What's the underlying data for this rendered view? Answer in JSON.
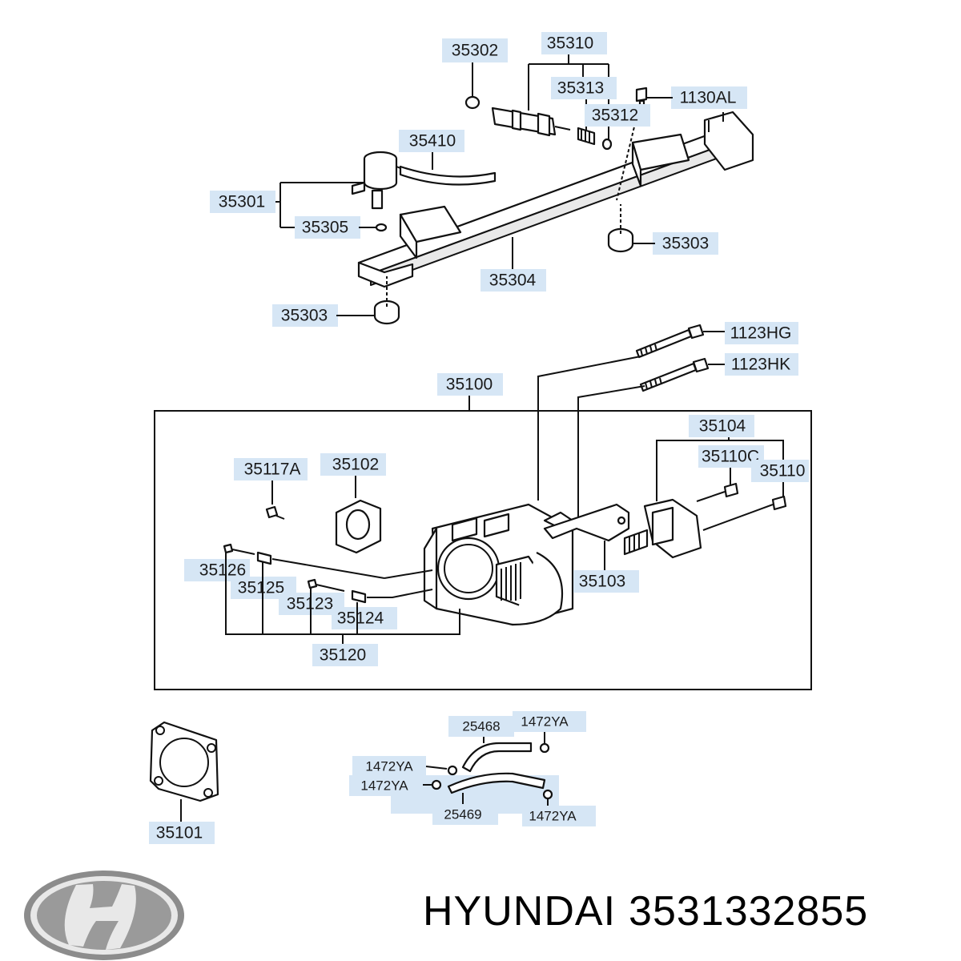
{
  "labels": {
    "l35302": "35302",
    "l35310": "35310",
    "l35313": "35313",
    "l35312": "35312",
    "l1130AL": "1130AL",
    "l35410": "35410",
    "l35301": "35301",
    "l35305": "35305",
    "l35303a": "35303",
    "l35304": "35304",
    "l35303b": "35303",
    "l1123HG": "1123HG",
    "l1123HK": "1123HK",
    "l35100": "35100",
    "l35104": "35104",
    "l35110C": "35110C",
    "l35110": "35110",
    "l35117A": "35117A",
    "l35102": "35102",
    "l35126": "35126",
    "l35125": "35125",
    "l35123": "35123",
    "l35124": "35124",
    "l35103": "35103",
    "l35120": "35120",
    "l25468": "25468",
    "l1472YA_a": "1472YA",
    "l1472YA_b": "1472YA",
    "l1472YA_c": "1472YA",
    "l1472YA_d": "1472YA",
    "l25469": "25469",
    "l35101": "35101"
  },
  "brand": {
    "name": "HYUNDAI",
    "part_number": "3531332855",
    "logo": "hyundai-logo-icon"
  },
  "colors": {
    "label_bg": "#d6e6f5",
    "line": "#111111"
  }
}
